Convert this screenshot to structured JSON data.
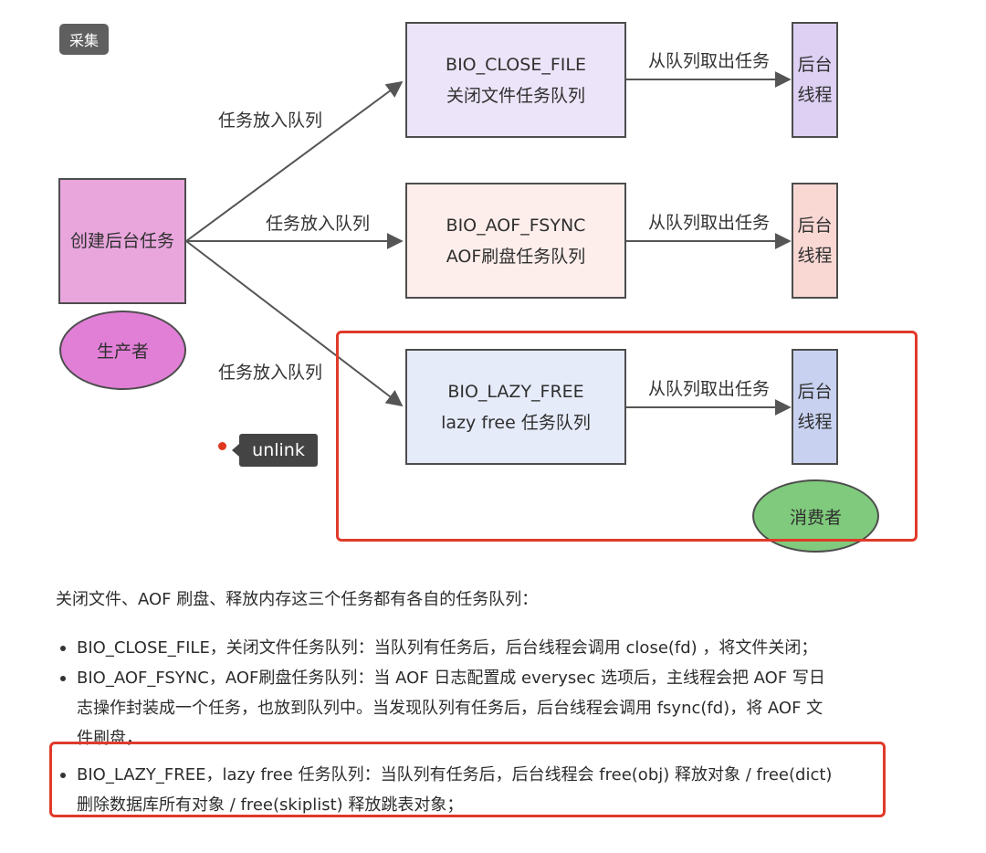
{
  "badge": "采集",
  "producer": {
    "box": "创建后台任务",
    "role": "生产者"
  },
  "arrows": {
    "enqueue": "任务放入队列",
    "dequeue": "从队列取出任务"
  },
  "queues": [
    {
      "name": "BIO_CLOSE_FILE",
      "desc": "关闭文件任务队列",
      "fill": "#ece4f8",
      "thread_fill": "#ddd0f3"
    },
    {
      "name": "BIO_AOF_FSYNC",
      "desc": "AOF刷盘任务队列",
      "fill": "#fdeeeb",
      "thread_fill": "#f9d8d4"
    },
    {
      "name": "BIO_LAZY_FREE",
      "desc": "lazy free 任务队列",
      "fill": "#e6ebfa",
      "thread_fill": "#c8d2f0"
    }
  ],
  "thread": {
    "line1": "后台",
    "line2": "线程"
  },
  "consumer": "消费者",
  "tooltip": "unlink",
  "intro": "关闭文件、AOF 刷盘、释放内存这三个任务都有各自的任务队列：",
  "bullets": [
    {
      "line1": "BIO_CLOSE_FILE，关闭文件任务队列：当队列有任务后，后台线程会调用 close(fd) ，将文件关闭；"
    },
    {
      "line1": "BIO_AOF_FSYNC，AOF刷盘任务队列：当 AOF 日志配置成 everysec 选项后，主线程会把 AOF 写日",
      "line2": "志操作封装成一个任务，也放到队列中。当发现队列有任务后，后台线程会调用 fsync(fd)，将 AOF 文",
      "line3": "件刷盘，"
    },
    {
      "line1": "BIO_LAZY_FREE，lazy free 任务队列：当队列有任务后，后台线程会 free(obj) 释放对象 / free(dict)",
      "line2": "删除数据库所有对象 / free(skiplist) 释放跳表对象；"
    }
  ],
  "colors": {
    "producer_box": "#e8a6dd",
    "producer_ellipse": "#e17fd6",
    "consumer_ellipse": "#7fca7c",
    "highlight": "#e03a2a",
    "edge": "#555555"
  }
}
